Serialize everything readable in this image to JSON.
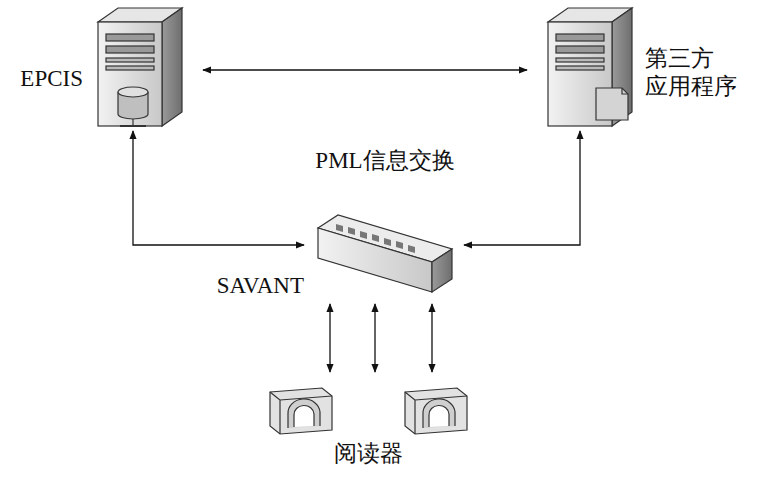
{
  "diagram": {
    "nodes": [
      {
        "text": [
          "EPCIS"
        ]
      },
      {
        "text": [
          "第三方 应用程序"
        ]
      },
      {
        "text": [
          "SAVANT"
        ]
      },
      {
        "text": [
          "阅读器"
        ]
      }
    ],
    "edges": [
      {
        "from": 0,
        "to": 1,
        "arrow": "both",
        "label": "PML信息交换"
      },
      {
        "from": 0,
        "to": 2,
        "arrow": "both"
      },
      {
        "from": 1,
        "to": 2,
        "arrow": "both"
      },
      {
        "from": 2,
        "to": 3,
        "arrow": "both"
      },
      {
        "from": 2,
        "to": 3,
        "arrow": "both"
      },
      {
        "from": 2,
        "to": 3,
        "arrow": "both"
      }
    ]
  }
}
